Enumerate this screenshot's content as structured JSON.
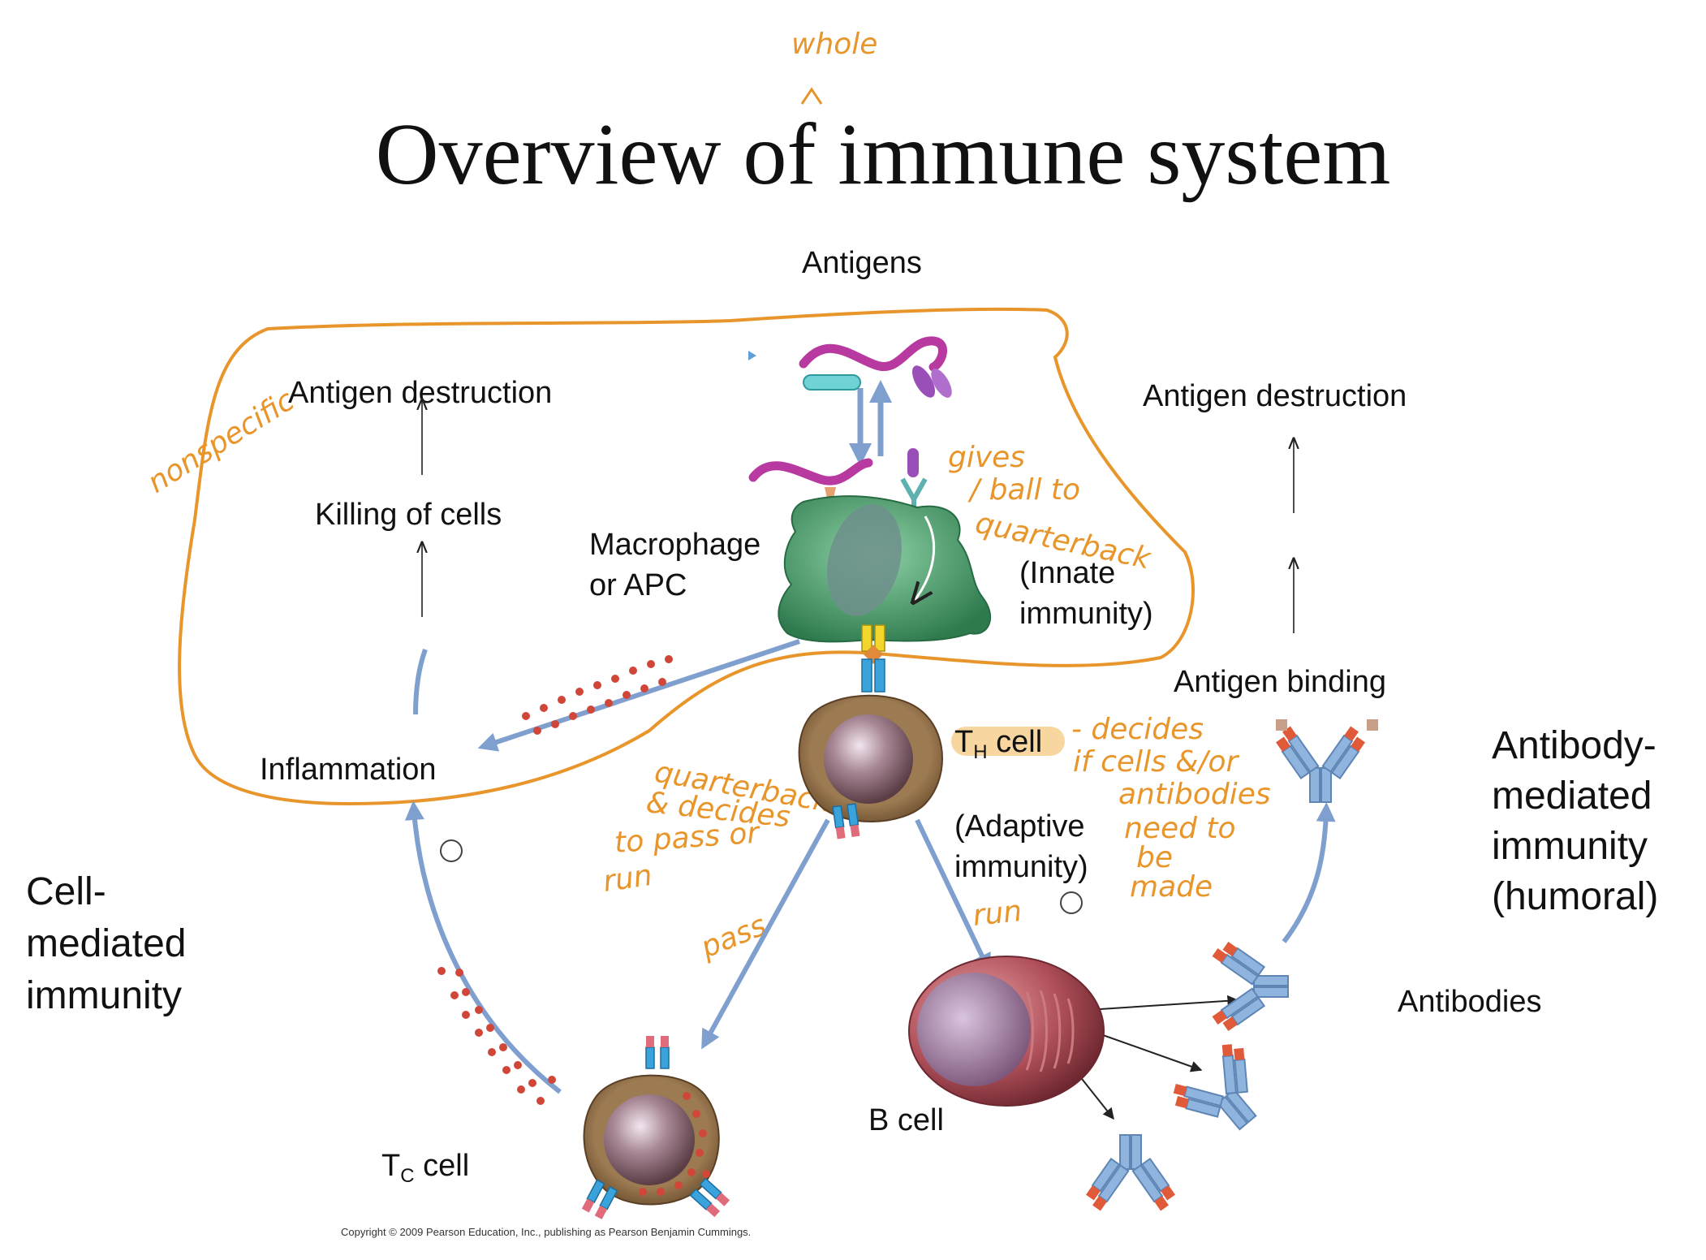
{
  "title": "Overview of immune system",
  "labels": {
    "antigens": "Antigens",
    "antigen_destruction_left": "Antigen destruction",
    "killing_of_cells": "Killing of cells",
    "inflammation": "Inflammation",
    "macrophage_line1": "Macrophage",
    "macrophage_line2": "or APC",
    "innate_line1": "(Innate",
    "innate_line2": "immunity)",
    "antigen_destruction_right": "Antigen destruction",
    "antigen_binding": "Antigen binding",
    "th_main": "T",
    "th_sub": "H",
    "th_rest": " cell",
    "adaptive_line1": "(Adaptive",
    "adaptive_line2": "immunity)",
    "antibody_mediated_1": "Antibody-",
    "antibody_mediated_2": "mediated",
    "antibody_mediated_3": "immunity",
    "antibody_mediated_4": "(humoral)",
    "cell_mediated_1": "Cell-",
    "cell_mediated_2": "mediated",
    "cell_mediated_3": "immunity",
    "antibodies": "Antibodies",
    "b_cell": "B cell",
    "tc_main": "T",
    "tc_sub": "C",
    "tc_rest": " cell",
    "copyright": "Copyright © 2009 Pearson Education, Inc., publishing as Pearson Benjamin Cummings."
  },
  "annotations": {
    "whole": "whole",
    "nonspecific": "nonspecific",
    "gives_1": "gives",
    "gives_2": "/ ball to",
    "gives_3": "quarterback",
    "decides_1": "- decides",
    "decides_2": "if cells &/or",
    "decides_3": "antibodies",
    "decides_4": "need to",
    "decides_5": "be",
    "decides_6": "made",
    "qb_1": "quarterback",
    "qb_2": "& decides",
    "qb_3": "to pass or",
    "qb_4": "run",
    "pass": "pass",
    "run": "run"
  },
  "colors": {
    "annotation": "#e8962b",
    "arrow": "#7f9fcf",
    "macrophage": "#3f9a66",
    "cell_body": "#8e6a64",
    "bcell_body": "#a8414a",
    "antibody": "#8fb5de",
    "antibody_tip": "#e05a3a",
    "antigen_worm": "#b83aa0",
    "dots": "#d0473a"
  }
}
